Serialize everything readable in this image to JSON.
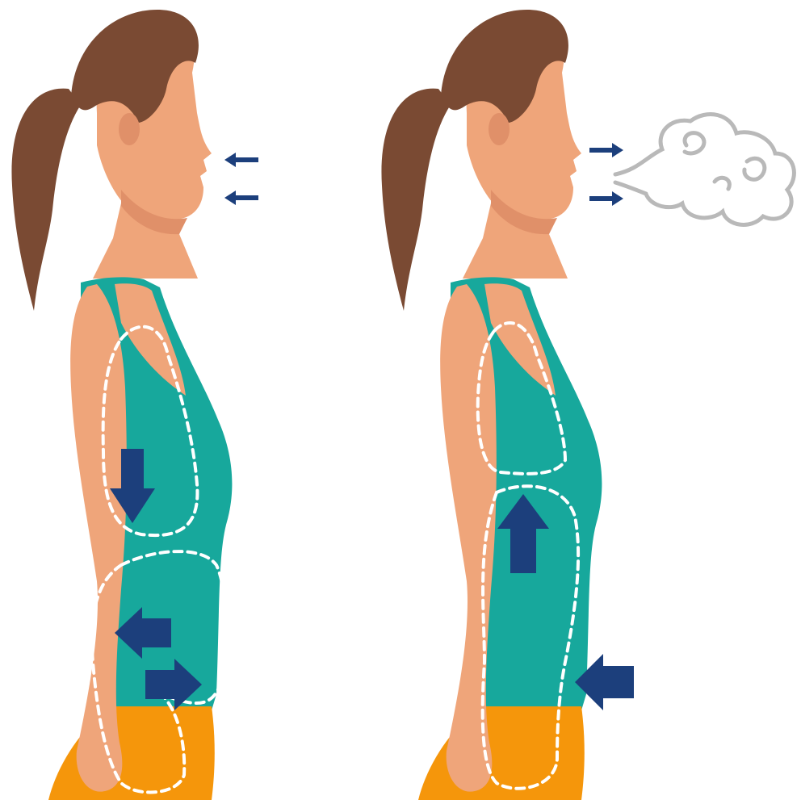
{
  "illustration": {
    "panels": [
      {
        "phase": "inhale",
        "breath_direction": "in",
        "chest_arrow": "down",
        "belly_arrows": [
          "left",
          "right"
        ]
      },
      {
        "phase": "exhale",
        "breath_direction": "out",
        "chest_arrow": "up",
        "belly_arrows": [
          "left"
        ]
      }
    ],
    "icons": [
      "arrow-icon",
      "breath-cloud-icon"
    ]
  },
  "colors": {
    "skin": "#EFA57A",
    "skin_shadow": "#E09069",
    "hair": "#7A4A33",
    "shirt": "#17A89C",
    "pants": "#F5960B",
    "arrow": "#1C3F7C",
    "outline_dashed": "#FFFFFF",
    "cloud_stroke": "#B9B9B9",
    "background": "#FFFFFF"
  }
}
